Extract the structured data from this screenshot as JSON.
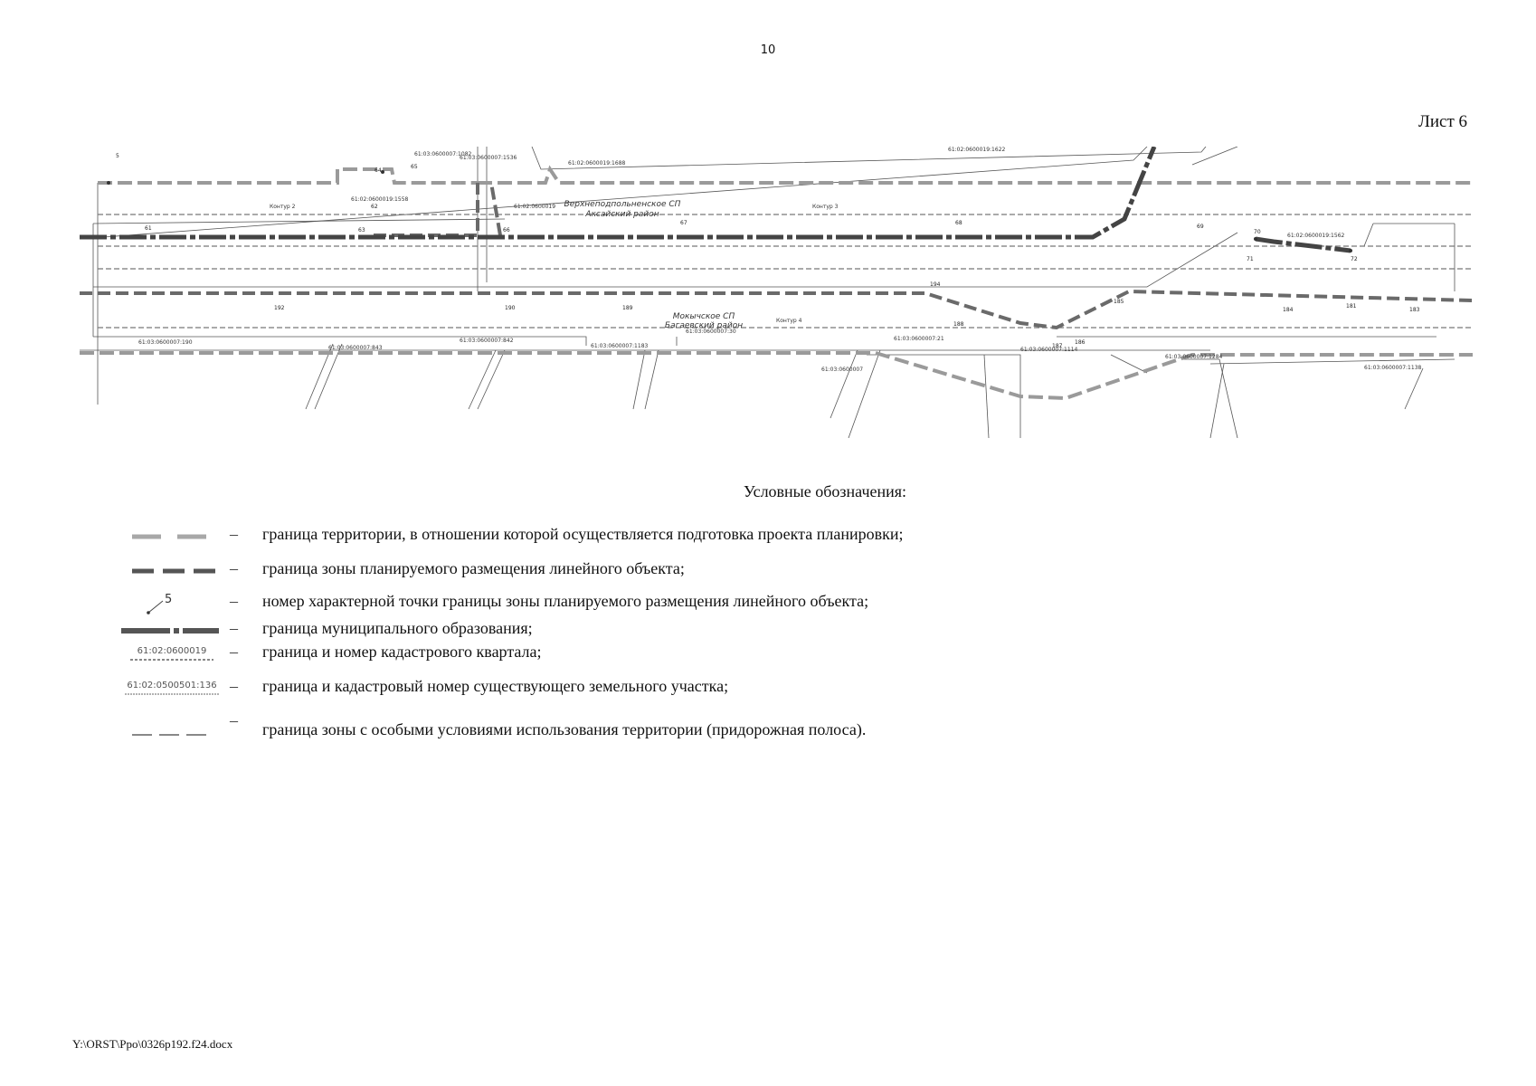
{
  "page_number": "10",
  "sheet_label": "Лист 6",
  "map": {
    "municipal_areas": [
      {
        "line1": "Верхнеподпольненское СП",
        "line2": "Аксайский район"
      },
      {
        "line1": "Мокычское СП",
        "line2": "Багаевский район"
      }
    ],
    "contours": [
      "Контур 2",
      "Контур 3",
      "Контур 4"
    ],
    "quarter_numbers": [
      "61:02:0600019",
      "61:03:0600007"
    ],
    "parcel_numbers": [
      "61:03:0600007:1082",
      "61:03:0600007:1536",
      "61:02:0600019:1688",
      "61:02:0600019:1622",
      "61:02:0600019:1558",
      "61:02:0600019:1562",
      "61:03:0600007:190",
      "61:03:0600007:843",
      "61:03:0600007:842",
      "61:03:0600007:1183",
      "61:03:0600007:30",
      "61:03:0600007:21",
      "61:03:0600007:1114",
      "61:03:0600007:1284",
      "61:03:0600007:1138"
    ],
    "point_numbers": [
      "5",
      "64",
      "65",
      "62",
      "63",
      "66",
      "61",
      "67",
      "68",
      "69",
      "70",
      "71",
      "72",
      "194",
      "192",
      "190",
      "189",
      "188",
      "187",
      "186",
      "185",
      "184",
      "183",
      "181"
    ]
  },
  "legend": {
    "title": "Условные обозначения:",
    "dash": "–",
    "items": [
      {
        "symbol": "planning-territory-boundary",
        "text": "граница территории, в отношении которой осуществляется подготовка проекта планировки;"
      },
      {
        "symbol": "linear-object-zone-boundary",
        "text": "граница зоны планируемого размещения линейного объекта;"
      },
      {
        "symbol": "characteristic-point-number",
        "symbol_text": "5",
        "text": "номер характерной точки границы зоны планируемого размещения линейного объекта;"
      },
      {
        "symbol": "municipal-boundary",
        "text": "граница муниципального образования;"
      },
      {
        "symbol": "cadastral-quarter",
        "symbol_text": "61:02:0600019",
        "text": "граница и номер кадастрового квартала;"
      },
      {
        "symbol": "land-parcel",
        "symbol_text": "61:02:0500501:136",
        "text": "граница и кадастровый номер существующего земельного участка;"
      },
      {
        "symbol": "special-zone-boundary",
        "text": "граница зоны с особыми условиями использования территории (придорожная полоса)."
      }
    ]
  },
  "footer": {
    "path": "Y:\\ORST\\Ppo\\0326p192.f24.docx"
  }
}
